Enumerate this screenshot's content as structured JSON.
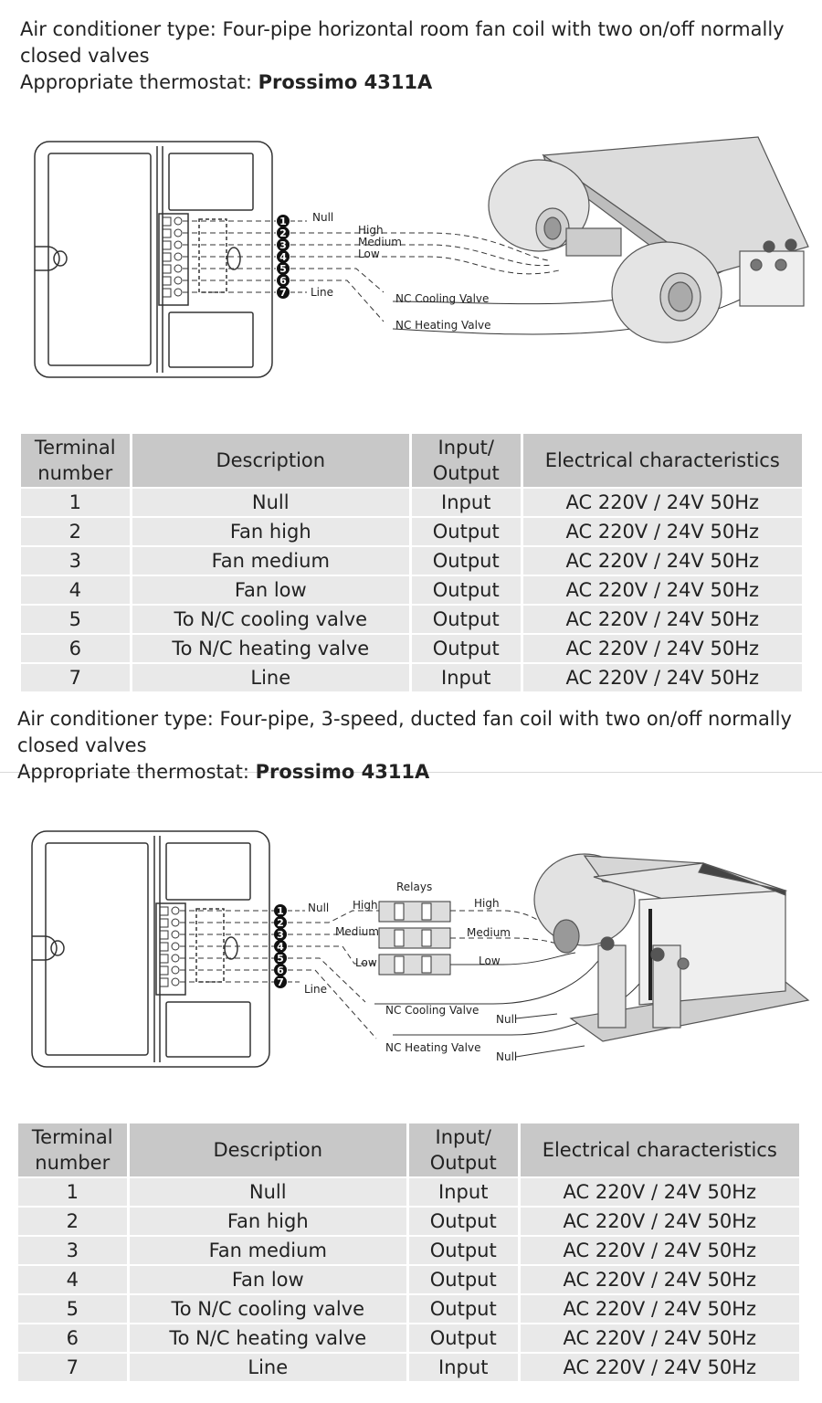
{
  "section1": {
    "heading_line1": "Air conditioner type: Four-pipe horizontal room fan coil with two on/off normally",
    "heading_line2": "closed valves",
    "thermostat_label": "Appropriate thermostat: ",
    "thermostat_model": "Prossimo 4311A",
    "diagram": {
      "terminals": [
        "1",
        "2",
        "3",
        "4",
        "5",
        "6",
        "7"
      ],
      "label_null": "Null",
      "label_high": "High",
      "label_medium": "Medium",
      "label_low": "Low",
      "label_line": "Line",
      "label_cooling": "NC Cooling Valve",
      "label_heating": "NC Heating Valve"
    }
  },
  "section2": {
    "heading_line1": "Air conditioner type: Four-pipe, 3-speed, ducted fan coil with two on/off normally",
    "heading_line2": "closed valves",
    "thermostat_label": "Appropriate thermostat: ",
    "thermostat_model": "Prossimo 4311A",
    "diagram": {
      "terminals": [
        "1",
        "2",
        "3",
        "4",
        "5",
        "6",
        "7"
      ],
      "label_relays": "Relays",
      "label_null": "Null",
      "label_high": "High",
      "label_medium": "Medium",
      "label_low": "Low",
      "label_line": "Line",
      "label_cooling": "NC Cooling Valve",
      "label_heating": "NC Heating Valve",
      "label_null_cooling": "Null",
      "label_null_heating": "Null"
    }
  },
  "table1": {
    "headers": {
      "terminal_l1": "Terminal",
      "terminal_l2": "number",
      "description": "Description",
      "io_l1": "Input/",
      "io_l2": "Output",
      "electrical": "Electrical characteristics"
    },
    "rows": [
      {
        "terminal": "1",
        "description": "Null",
        "io": "Input",
        "electrical": "AC 220V / 24V 50Hz"
      },
      {
        "terminal": "2",
        "description": "Fan high",
        "io": "Output",
        "electrical": "AC 220V / 24V 50Hz"
      },
      {
        "terminal": "3",
        "description": "Fan medium",
        "io": "Output",
        "electrical": "AC 220V / 24V 50Hz"
      },
      {
        "terminal": "4",
        "description": "Fan low",
        "io": "Output",
        "electrical": "AC 220V / 24V 50Hz"
      },
      {
        "terminal": "5",
        "description": "To N/C cooling valve",
        "io": "Output",
        "electrical": "AC 220V / 24V 50Hz"
      },
      {
        "terminal": "6",
        "description": "To N/C heating valve",
        "io": "Output",
        "electrical": "AC 220V / 24V 50Hz"
      },
      {
        "terminal": "7",
        "description": "Line",
        "io": "Input",
        "electrical": "AC 220V / 24V 50Hz"
      }
    ]
  },
  "table2": {
    "headers": {
      "terminal_l1": "Terminal",
      "terminal_l2": "number",
      "description": "Description",
      "io_l1": "Input/",
      "io_l2": "Output",
      "electrical": "Electrical characteristics"
    },
    "rows": [
      {
        "terminal": "1",
        "description": "Null",
        "io": "Input",
        "electrical": "AC 220V / 24V 50Hz"
      },
      {
        "terminal": "2",
        "description": "Fan high",
        "io": "Output",
        "electrical": "AC 220V / 24V 50Hz"
      },
      {
        "terminal": "3",
        "description": "Fan medium",
        "io": "Output",
        "electrical": "AC 220V / 24V 50Hz"
      },
      {
        "terminal": "4",
        "description": "Fan low",
        "io": "Output",
        "electrical": "AC 220V / 24V 50Hz"
      },
      {
        "terminal": "5",
        "description": "To N/C cooling valve",
        "io": "Output",
        "electrical": "AC 220V / 24V 50Hz"
      },
      {
        "terminal": "6",
        "description": "To N/C heating valve",
        "io": "Output",
        "electrical": "AC 220V / 24V 50Hz"
      },
      {
        "terminal": "7",
        "description": "Line",
        "io": "Input",
        "electrical": "AC 220V / 24V 50Hz"
      }
    ]
  }
}
